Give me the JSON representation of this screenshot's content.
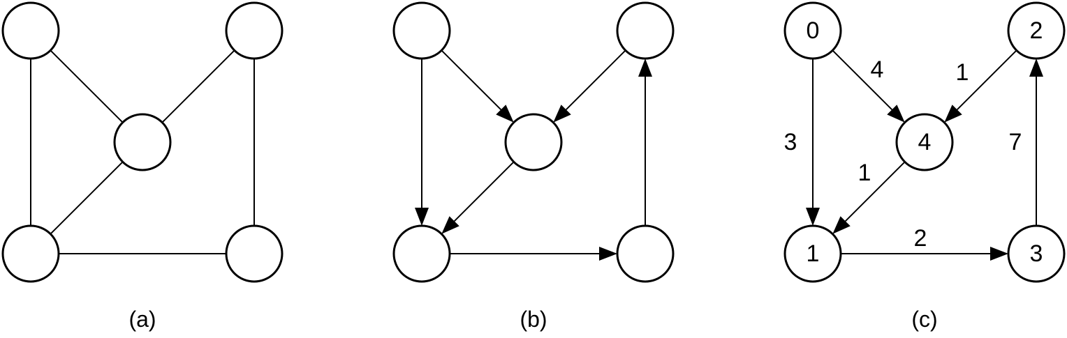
{
  "figure": {
    "panels": [
      {
        "id": "a",
        "caption": "(a)",
        "directed": false,
        "nodes": [
          {
            "key": "tl",
            "label": ""
          },
          {
            "key": "tr",
            "label": ""
          },
          {
            "key": "c",
            "label": ""
          },
          {
            "key": "bl",
            "label": ""
          },
          {
            "key": "br",
            "label": ""
          }
        ],
        "edges": [
          {
            "from": "tl",
            "to": "bl",
            "label": ""
          },
          {
            "from": "tl",
            "to": "c",
            "label": ""
          },
          {
            "from": "tr",
            "to": "c",
            "label": ""
          },
          {
            "from": "c",
            "to": "bl",
            "label": ""
          },
          {
            "from": "tr",
            "to": "br",
            "label": ""
          },
          {
            "from": "bl",
            "to": "br",
            "label": ""
          }
        ]
      },
      {
        "id": "b",
        "caption": "(b)",
        "directed": true,
        "nodes": [
          {
            "key": "tl",
            "label": ""
          },
          {
            "key": "tr",
            "label": ""
          },
          {
            "key": "c",
            "label": ""
          },
          {
            "key": "bl",
            "label": ""
          },
          {
            "key": "br",
            "label": ""
          }
        ],
        "edges": [
          {
            "from": "tl",
            "to": "bl",
            "label": ""
          },
          {
            "from": "tl",
            "to": "c",
            "label": ""
          },
          {
            "from": "tr",
            "to": "c",
            "label": ""
          },
          {
            "from": "c",
            "to": "bl",
            "label": ""
          },
          {
            "from": "bl",
            "to": "br",
            "label": ""
          },
          {
            "from": "br",
            "to": "tr",
            "label": ""
          }
        ]
      },
      {
        "id": "c",
        "caption": "(c)",
        "directed": true,
        "nodes": [
          {
            "key": "tl",
            "label": "0"
          },
          {
            "key": "tr",
            "label": "2"
          },
          {
            "key": "c",
            "label": "4"
          },
          {
            "key": "bl",
            "label": "1"
          },
          {
            "key": "br",
            "label": "3"
          }
        ],
        "edges": [
          {
            "from": "tl",
            "to": "bl",
            "label": "3"
          },
          {
            "from": "tl",
            "to": "c",
            "label": "4"
          },
          {
            "from": "tr",
            "to": "c",
            "label": "1"
          },
          {
            "from": "c",
            "to": "bl",
            "label": "1"
          },
          {
            "from": "bl",
            "to": "br",
            "label": "2"
          },
          {
            "from": "br",
            "to": "tr",
            "label": "7"
          }
        ]
      }
    ]
  }
}
